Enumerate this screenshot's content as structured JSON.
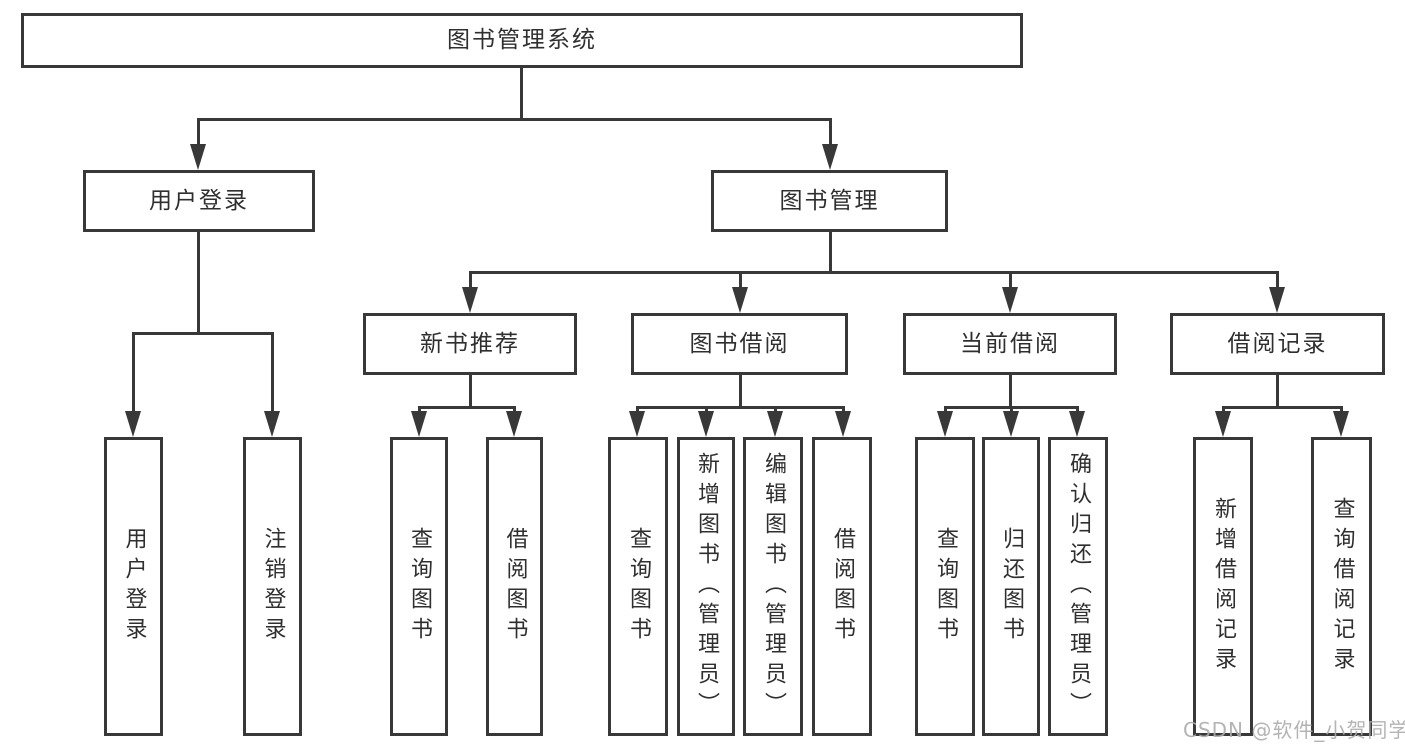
{
  "diagram": {
    "title": "图书管理系统",
    "watermark": "CSDN @软件_小贺同学",
    "colors": {
      "line": "#383838",
      "text": "#2f2f2f",
      "background": "#ffffff",
      "watermark": "#acacac"
    },
    "nodes": [
      {
        "id": "root",
        "level": 1,
        "label": "图书管理系统"
      },
      {
        "id": "user-login-module",
        "level": 2,
        "label": "用户登录"
      },
      {
        "id": "book-management",
        "level": 2,
        "label": "图书管理"
      },
      {
        "id": "new-book-recommend",
        "level": 3,
        "label": "新书推荐"
      },
      {
        "id": "book-borrow",
        "level": 3,
        "label": "图书借阅"
      },
      {
        "id": "current-borrow",
        "level": 3,
        "label": "当前借阅"
      },
      {
        "id": "borrow-records",
        "level": 3,
        "label": "借阅记录"
      },
      {
        "id": "leaf-user-login",
        "level": 4,
        "label": "用户登录"
      },
      {
        "id": "leaf-logout",
        "level": 4,
        "label": "注销登录"
      },
      {
        "id": "leaf-query-book-1",
        "level": 4,
        "label": "查询图书"
      },
      {
        "id": "leaf-borrow-book-1",
        "level": 4,
        "label": "借阅图书"
      },
      {
        "id": "leaf-query-book-2",
        "level": 4,
        "label": "查询图书"
      },
      {
        "id": "leaf-add-book-admin",
        "level": 4,
        "label": "新增图书（管理员）"
      },
      {
        "id": "leaf-edit-book-admin",
        "level": 4,
        "label": "编辑图书（管理员）"
      },
      {
        "id": "leaf-borrow-book-2",
        "level": 4,
        "label": "借阅图书"
      },
      {
        "id": "leaf-query-book-3",
        "level": 4,
        "label": "查询图书"
      },
      {
        "id": "leaf-return-book",
        "level": 4,
        "label": "归还图书"
      },
      {
        "id": "leaf-confirm-return-admin",
        "level": 4,
        "label": "确认归还（管理员）"
      },
      {
        "id": "leaf-add-borrow-record",
        "level": 4,
        "label": "新增借阅记录"
      },
      {
        "id": "leaf-query-borrow-record",
        "level": 4,
        "label": "查询借阅记录"
      }
    ],
    "edges": [
      [
        "root",
        "user-login-module"
      ],
      [
        "root",
        "book-management"
      ],
      [
        "user-login-module",
        "leaf-user-login"
      ],
      [
        "user-login-module",
        "leaf-logout"
      ],
      [
        "book-management",
        "new-book-recommend"
      ],
      [
        "book-management",
        "book-borrow"
      ],
      [
        "book-management",
        "current-borrow"
      ],
      [
        "book-management",
        "borrow-records"
      ],
      [
        "new-book-recommend",
        "leaf-query-book-1"
      ],
      [
        "new-book-recommend",
        "leaf-borrow-book-1"
      ],
      [
        "book-borrow",
        "leaf-query-book-2"
      ],
      [
        "book-borrow",
        "leaf-add-book-admin"
      ],
      [
        "book-borrow",
        "leaf-edit-book-admin"
      ],
      [
        "book-borrow",
        "leaf-borrow-book-2"
      ],
      [
        "current-borrow",
        "leaf-query-book-3"
      ],
      [
        "current-borrow",
        "leaf-return-book"
      ],
      [
        "current-borrow",
        "leaf-confirm-return-admin"
      ],
      [
        "borrow-records",
        "leaf-add-borrow-record"
      ],
      [
        "borrow-records",
        "leaf-query-borrow-record"
      ]
    ]
  }
}
